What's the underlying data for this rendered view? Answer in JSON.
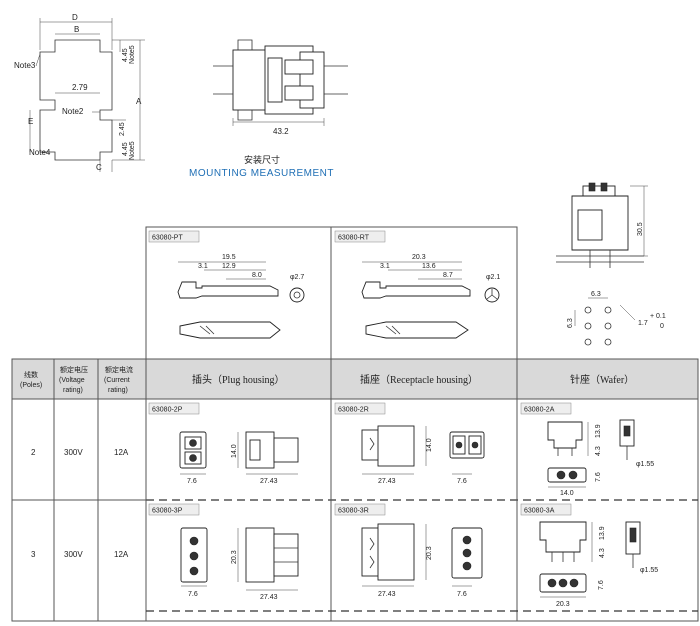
{
  "mounting": {
    "labels": {
      "D": "D",
      "B": "B",
      "A": "A",
      "E": "E",
      "C": "C",
      "note3": "Note3",
      "note2": "Note2",
      "note4": "Note4",
      "note5a": "Note5",
      "note5b": "Note5"
    },
    "dims": {
      "d445a": "4.45",
      "d279": "2.79",
      "d245": "2.45",
      "d445b": "4.45",
      "d432": "43.2"
    },
    "title_cn": "安装尺寸",
    "title_en": "MOUNTING MEASUREMENT"
  },
  "terminals": {
    "pt": {
      "code": "63080-PT",
      "d1": "19.5",
      "d2": "12.9",
      "d3": "3.1",
      "d4": "8.0",
      "dia": "φ2.7"
    },
    "rt": {
      "code": "63080-RT",
      "d1": "20.3",
      "d2": "13.6",
      "d3": "3.1",
      "d4": "8.7",
      "dia": "φ2.1"
    }
  },
  "wafer_side": {
    "d305": "30.5",
    "d63a": "6.3",
    "d63b": "6.3",
    "tol": "1.7",
    "tol_plus": "+ 0.1",
    "tol_minus": "0"
  },
  "table": {
    "headers": {
      "poles_cn": "线数",
      "poles_en": "(Poles)",
      "voltage_cn": "额定电压",
      "voltage_en1": "(Voltage",
      "voltage_en2": "rating)",
      "current_cn": "额定电流",
      "current_en1": "(Current",
      "current_en2": "rating)",
      "plug": "插头（Plug housing）",
      "receptacle": "插座（Receptacle housing）",
      "wafer": "针座（Wafer）"
    },
    "rows": [
      {
        "poles": "2",
        "voltage": "300V",
        "current": "12A",
        "plug_code": "63080-2P",
        "plug_d1": "14.0",
        "plug_d2": "7.6",
        "plug_d3": "27.43",
        "rec_code": "63080-2R",
        "rec_d1": "14.0",
        "rec_d2": "27.43",
        "rec_d3": "7.6",
        "waf_code": "63080-2A",
        "waf_d1": "13.9",
        "waf_d2": "4.3",
        "waf_d3": "7.6",
        "waf_d4": "φ1.55",
        "waf_d5": "14.0"
      },
      {
        "poles": "3",
        "voltage": "300V",
        "current": "12A",
        "plug_code": "63080-3P",
        "plug_d1": "20.3",
        "plug_d2": "7.6",
        "plug_d3": "27.43",
        "rec_code": "63080-3R",
        "rec_d1": "20.3",
        "rec_d2": "27.43",
        "rec_d3": "7.6",
        "waf_code": "63080-3A",
        "waf_d1": "13.9",
        "waf_d2": "4.3",
        "waf_d3": "7.6",
        "waf_d4": "φ1.55",
        "waf_d5": "20.3"
      }
    ]
  }
}
